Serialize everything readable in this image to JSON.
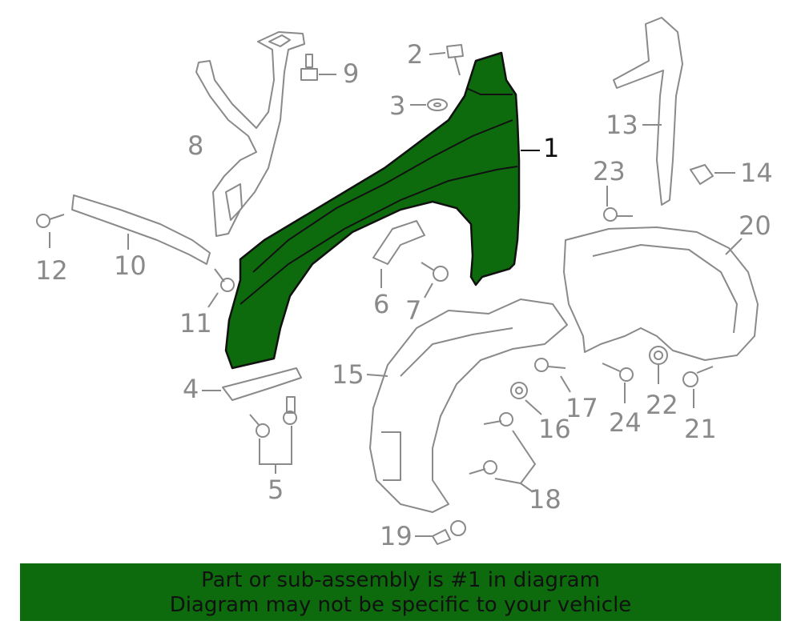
{
  "callouts": [
    {
      "id": "1",
      "text": "1"
    },
    {
      "id": "2",
      "text": "2"
    },
    {
      "id": "3",
      "text": "3"
    },
    {
      "id": "4",
      "text": "4"
    },
    {
      "id": "5",
      "text": "5"
    },
    {
      "id": "6",
      "text": "6"
    },
    {
      "id": "7",
      "text": "7"
    },
    {
      "id": "8",
      "text": "8"
    },
    {
      "id": "9",
      "text": "9"
    },
    {
      "id": "10",
      "text": "10"
    },
    {
      "id": "11",
      "text": "11"
    },
    {
      "id": "12",
      "text": "12"
    },
    {
      "id": "13",
      "text": "13"
    },
    {
      "id": "14",
      "text": "14"
    },
    {
      "id": "15",
      "text": "15"
    },
    {
      "id": "16",
      "text": "16"
    },
    {
      "id": "17",
      "text": "17"
    },
    {
      "id": "18",
      "text": "18"
    },
    {
      "id": "19",
      "text": "19"
    },
    {
      "id": "20",
      "text": "20"
    },
    {
      "id": "21",
      "text": "21"
    },
    {
      "id": "22",
      "text": "22"
    },
    {
      "id": "23",
      "text": "23"
    },
    {
      "id": "24",
      "text": "24"
    }
  ],
  "highlight": {
    "part": "1",
    "fill_color": "#0d6b0d",
    "outline_color": "#111111"
  },
  "banner": {
    "line1": "Part or sub-assembly is #1 in diagram",
    "line2": "Diagram may not be specific to your vehicle",
    "background_color": "#0d6b0d"
  },
  "colors": {
    "line_art": "#8a8a8a",
    "callout_text": "#8a8a8a",
    "main_callout_text": "#111111"
  }
}
